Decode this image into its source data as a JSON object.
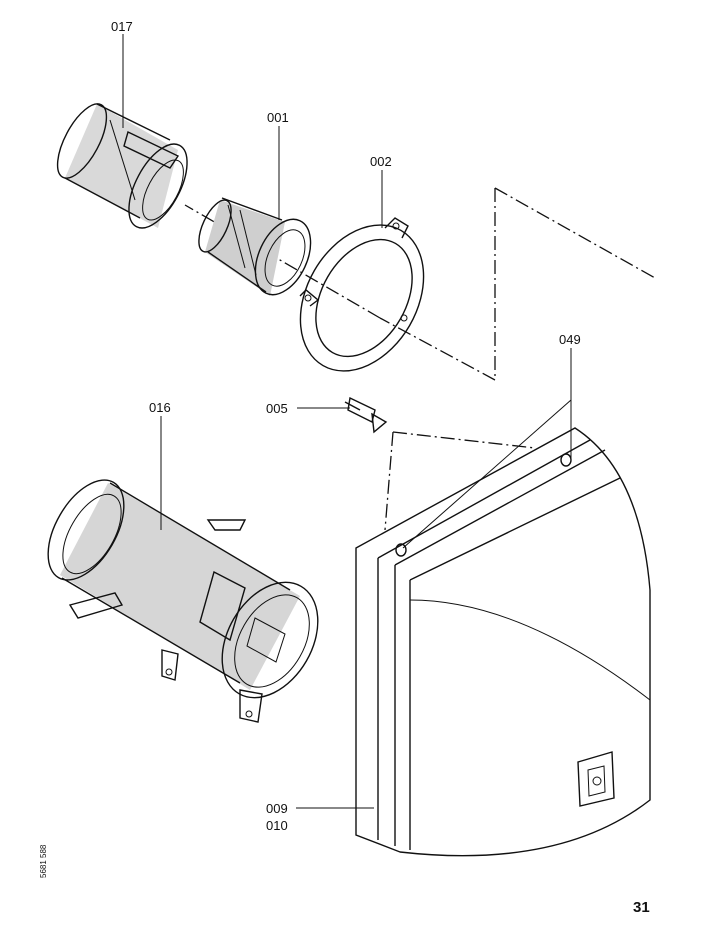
{
  "labels": {
    "p017": "017",
    "p001": "001",
    "p002": "002",
    "p049": "049",
    "p005": "005",
    "p016": "016",
    "p009": "009",
    "p010": "010"
  },
  "page_number": "31",
  "side_code": "5681 588"
}
